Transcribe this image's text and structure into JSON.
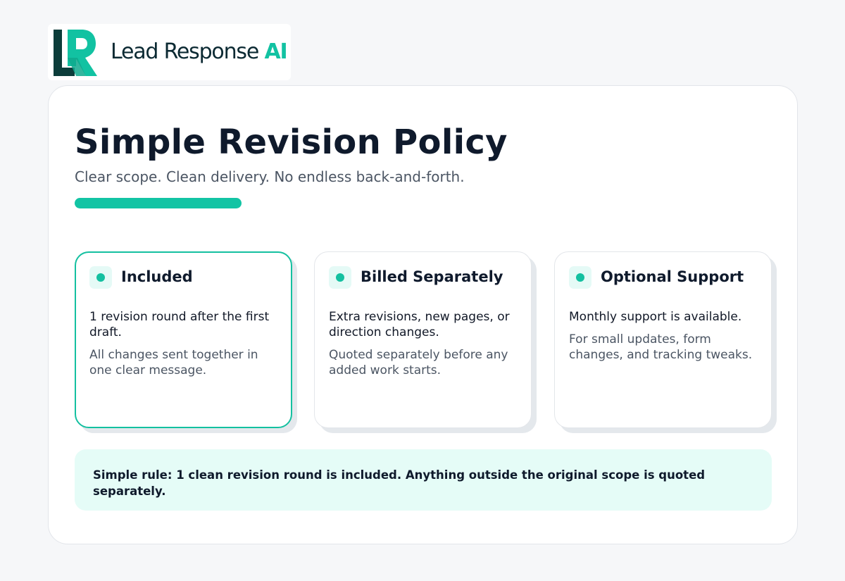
{
  "logo": {
    "text_main": "Lead Response ",
    "text_accent": "AI",
    "icon": "lr-monogram-logo",
    "colors": {
      "dark": "#0c3d3a",
      "accent": "#12c2a2"
    }
  },
  "header": {
    "title": "Simple Revision Policy",
    "subtitle": "Clear scope. Clean delivery. No endless back-and-forth.",
    "accent_color": "#12c4a4"
  },
  "cards": [
    {
      "title": "Included",
      "main": "1 revision round after the first draft.",
      "sub": "All changes sent together in one clear message.",
      "highlighted": true,
      "icon": "dot-icon"
    },
    {
      "title": "Billed Separately",
      "main": "Extra revisions, new pages, or direction changes.",
      "sub": "Quoted separately before any added work starts.",
      "highlighted": false,
      "icon": "dot-icon"
    },
    {
      "title": "Optional Support",
      "main": "Monthly support is available.",
      "sub": "For small updates, form changes, and tracking tweaks.",
      "highlighted": false,
      "icon": "dot-icon"
    }
  ],
  "rule": {
    "text": "Simple rule: 1 clean revision round is included. Anything outside the original scope is quoted separately."
  },
  "colors": {
    "accent": "#12c4a4",
    "dot": "#14c0a0",
    "rule_bg": "#e5fcf7",
    "title": "#0f1a2c",
    "muted": "#4b5563"
  }
}
